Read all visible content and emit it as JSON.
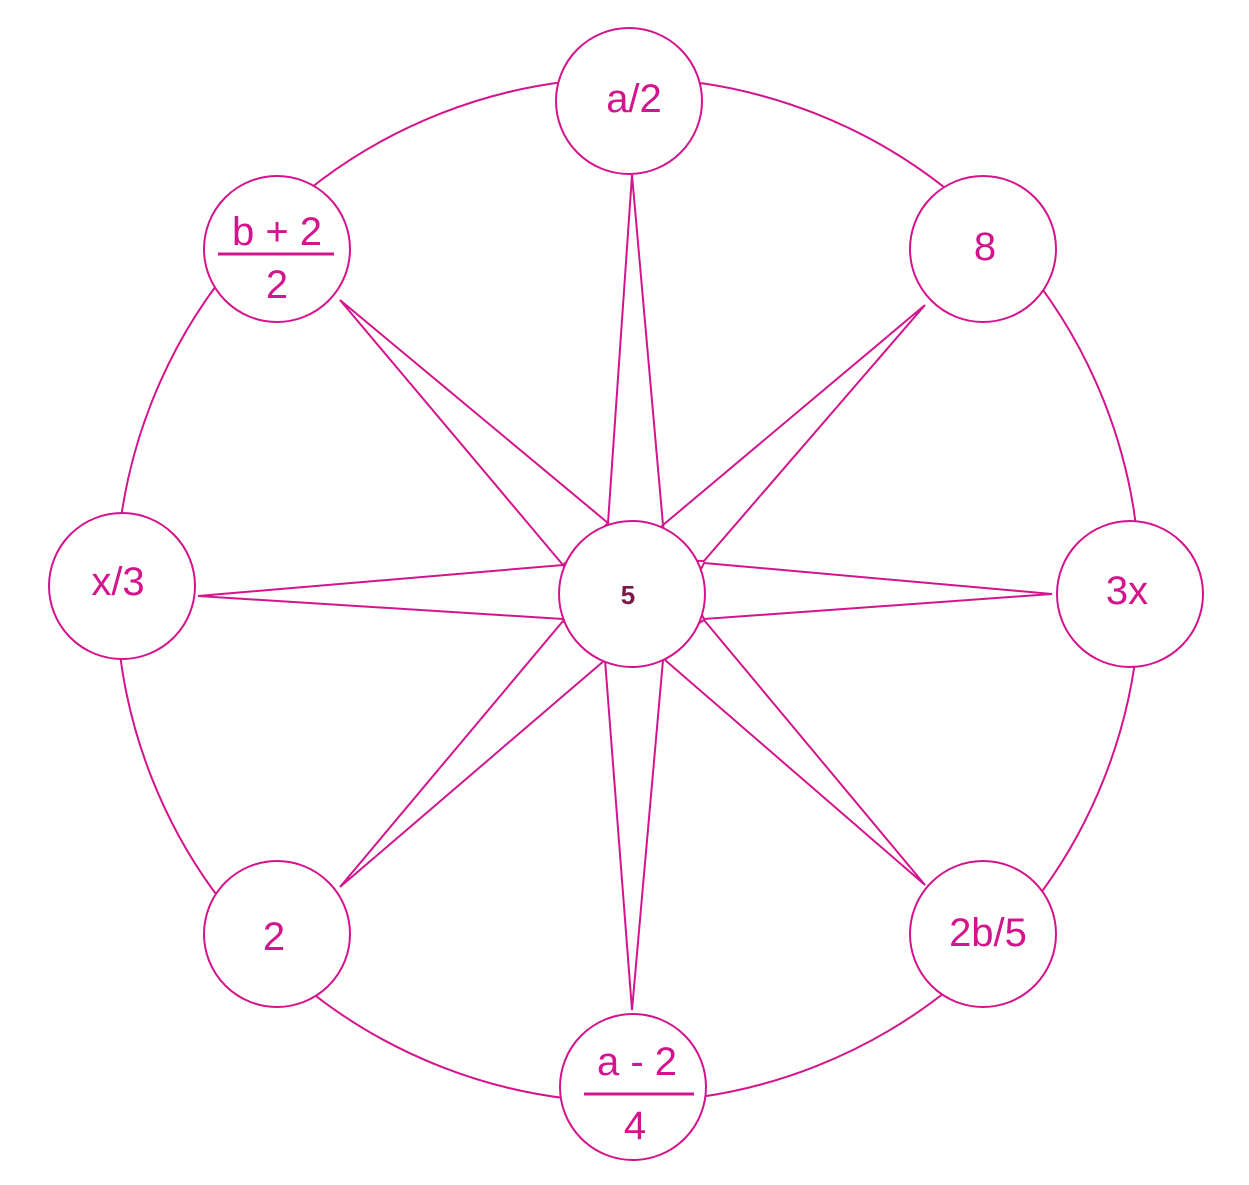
{
  "colors": {
    "stroke": "#d4148c",
    "text": "#d4148c",
    "center_text": "#7a1a4a",
    "background": "#ffffff"
  },
  "center": {
    "label": "5"
  },
  "nodes": {
    "top": {
      "label": "a/2"
    },
    "top_right": {
      "label": "8"
    },
    "right": {
      "label": "3x"
    },
    "bottom_right": {
      "label": "2b/5"
    },
    "bottom": {
      "numerator": "a - 2",
      "denominator": "4"
    },
    "bottom_left": {
      "label": "2"
    },
    "left": {
      "label": "x/3"
    },
    "top_left": {
      "numerator": "b + 2",
      "denominator": "2"
    }
  }
}
